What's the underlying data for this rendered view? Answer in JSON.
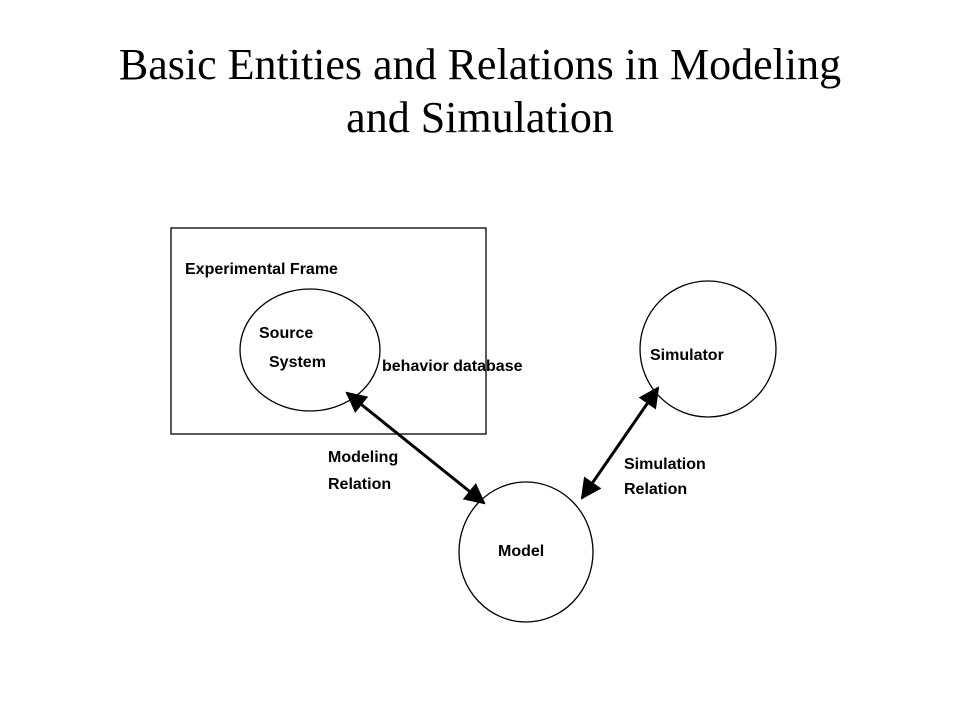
{
  "slide": {
    "title_line1": "Basic Entities and Relations in Modeling",
    "title_line2": "and Simulation"
  },
  "diagram": {
    "experimental_frame_label": "Experimental Frame",
    "source_label_line1": "Source",
    "source_label_line2": "System",
    "behavior_database_label": "behavior database",
    "simulator_label": "Simulator",
    "model_label": "Model",
    "modeling_relation_line1": "Modeling",
    "modeling_relation_line2": "Relation",
    "simulation_relation_line1": "Simulation",
    "simulation_relation_line2": "Relation"
  },
  "colors": {
    "stroke": "#000000",
    "background": "#ffffff"
  }
}
